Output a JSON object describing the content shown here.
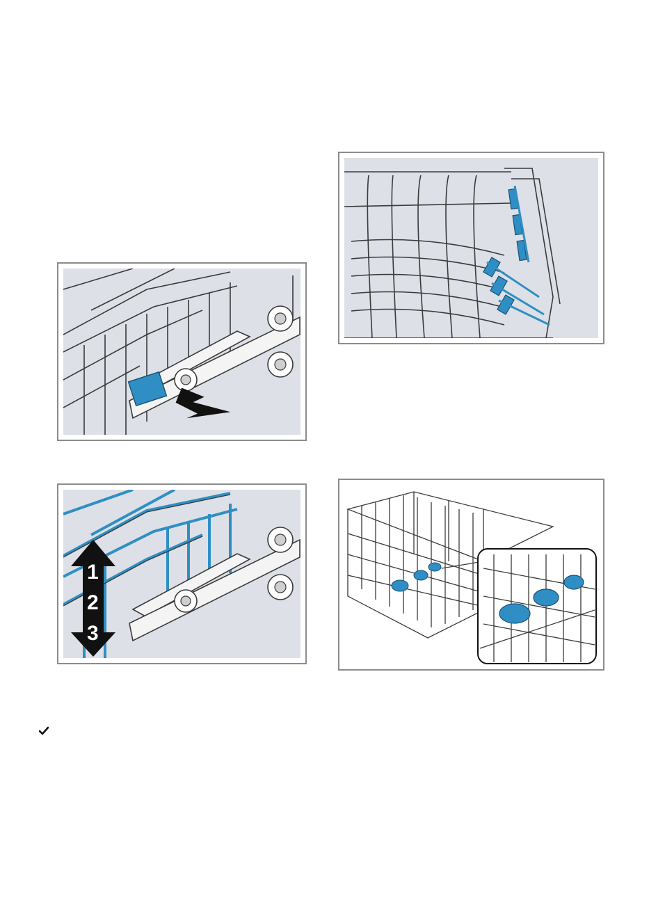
{
  "figures": {
    "fig_a": {
      "icon": "rack-release-lever-press-illustration"
    },
    "fig_b": {
      "icon": "rack-height-adjust-illustration",
      "height_levels": [
        "1",
        "2",
        "3"
      ]
    },
    "fig_c": {
      "icon": "folding-tines-rack-illustration"
    },
    "fig_d": {
      "icon": "cup-shelf-rack-detail-illustration"
    }
  },
  "check_mark": {
    "icon": "checkmark-icon"
  },
  "colors": {
    "accent": "#2f8fc4",
    "panel": "#dde0e6",
    "frame": "#8c8c8c"
  }
}
